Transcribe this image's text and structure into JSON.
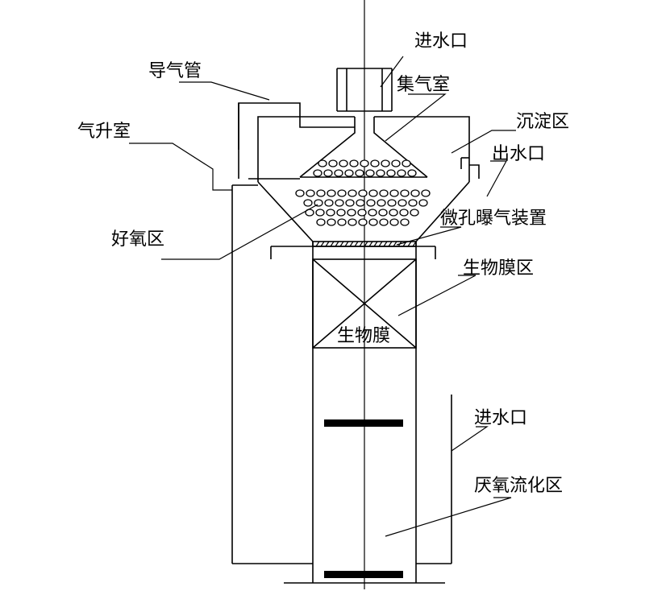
{
  "labels": {
    "inlet_top": "进水口",
    "gas_pipe": "导气管",
    "gas_collect": "集气室",
    "gas_lift": "气升室",
    "settling": "沉淀区",
    "outlet": "出水口",
    "aerobic": "好氧区",
    "aerator": "微孔曝气装置",
    "biofilm_zone": "生物膜区",
    "biofilm": "生物膜",
    "inlet_side": "进水口",
    "anaerobic": "厌氧流化区"
  }
}
